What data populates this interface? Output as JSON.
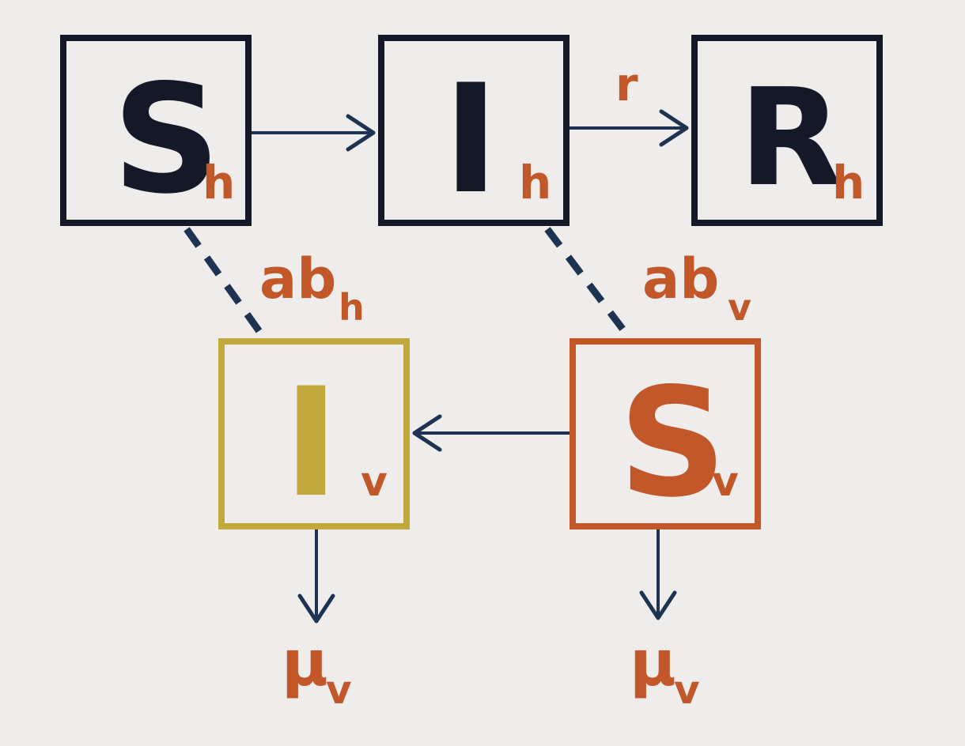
{
  "compartments": {
    "s_h": {
      "symbol": "S",
      "subscript": "h"
    },
    "i_h": {
      "symbol": "I",
      "subscript": "h"
    },
    "r_h": {
      "symbol": "R",
      "subscript": "h"
    },
    "i_v": {
      "symbol": "I",
      "subscript": "v"
    },
    "s_v": {
      "symbol": "S",
      "subscript": "v"
    }
  },
  "rates": {
    "recovery": "r",
    "host_infection": {
      "text": "ab",
      "subscript": "h"
    },
    "vector_infection": {
      "text": "ab",
      "subscript": "v"
    },
    "mortality_left": {
      "text": "μ",
      "subscript": "v"
    },
    "mortality_right": {
      "text": "μ",
      "subscript": "v"
    }
  },
  "colors": {
    "background": "#eeedec",
    "host": "#141827",
    "infected_vector": "#c2a93b",
    "susceptible_vector": "#c2572a",
    "arrow": "#1e3352",
    "rate_text": "#c2572a"
  }
}
